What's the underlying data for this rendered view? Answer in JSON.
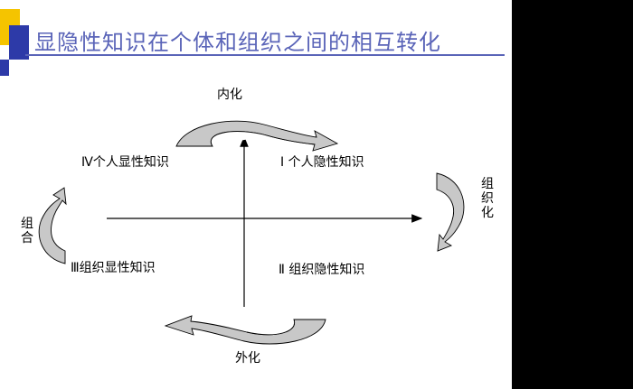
{
  "title": "显隐性知识在个体和组织之间的相互转化",
  "quadrants": {
    "q1": "Ⅰ 个人隐性知识",
    "q2": "Ⅱ 组织隐性知识",
    "q3": "Ⅲ组织显性知识",
    "q4": "Ⅳ个人显性知识"
  },
  "processes": {
    "internalization": "内化",
    "externalization": "外化",
    "organization": "组织化",
    "combination": "组合"
  },
  "colors": {
    "title": "#5a64b8",
    "accent_yellow": "#f5c400",
    "accent_blue": "#2d3aa8",
    "arrow_fill": "#c8c8c8",
    "outline": "#000000"
  }
}
